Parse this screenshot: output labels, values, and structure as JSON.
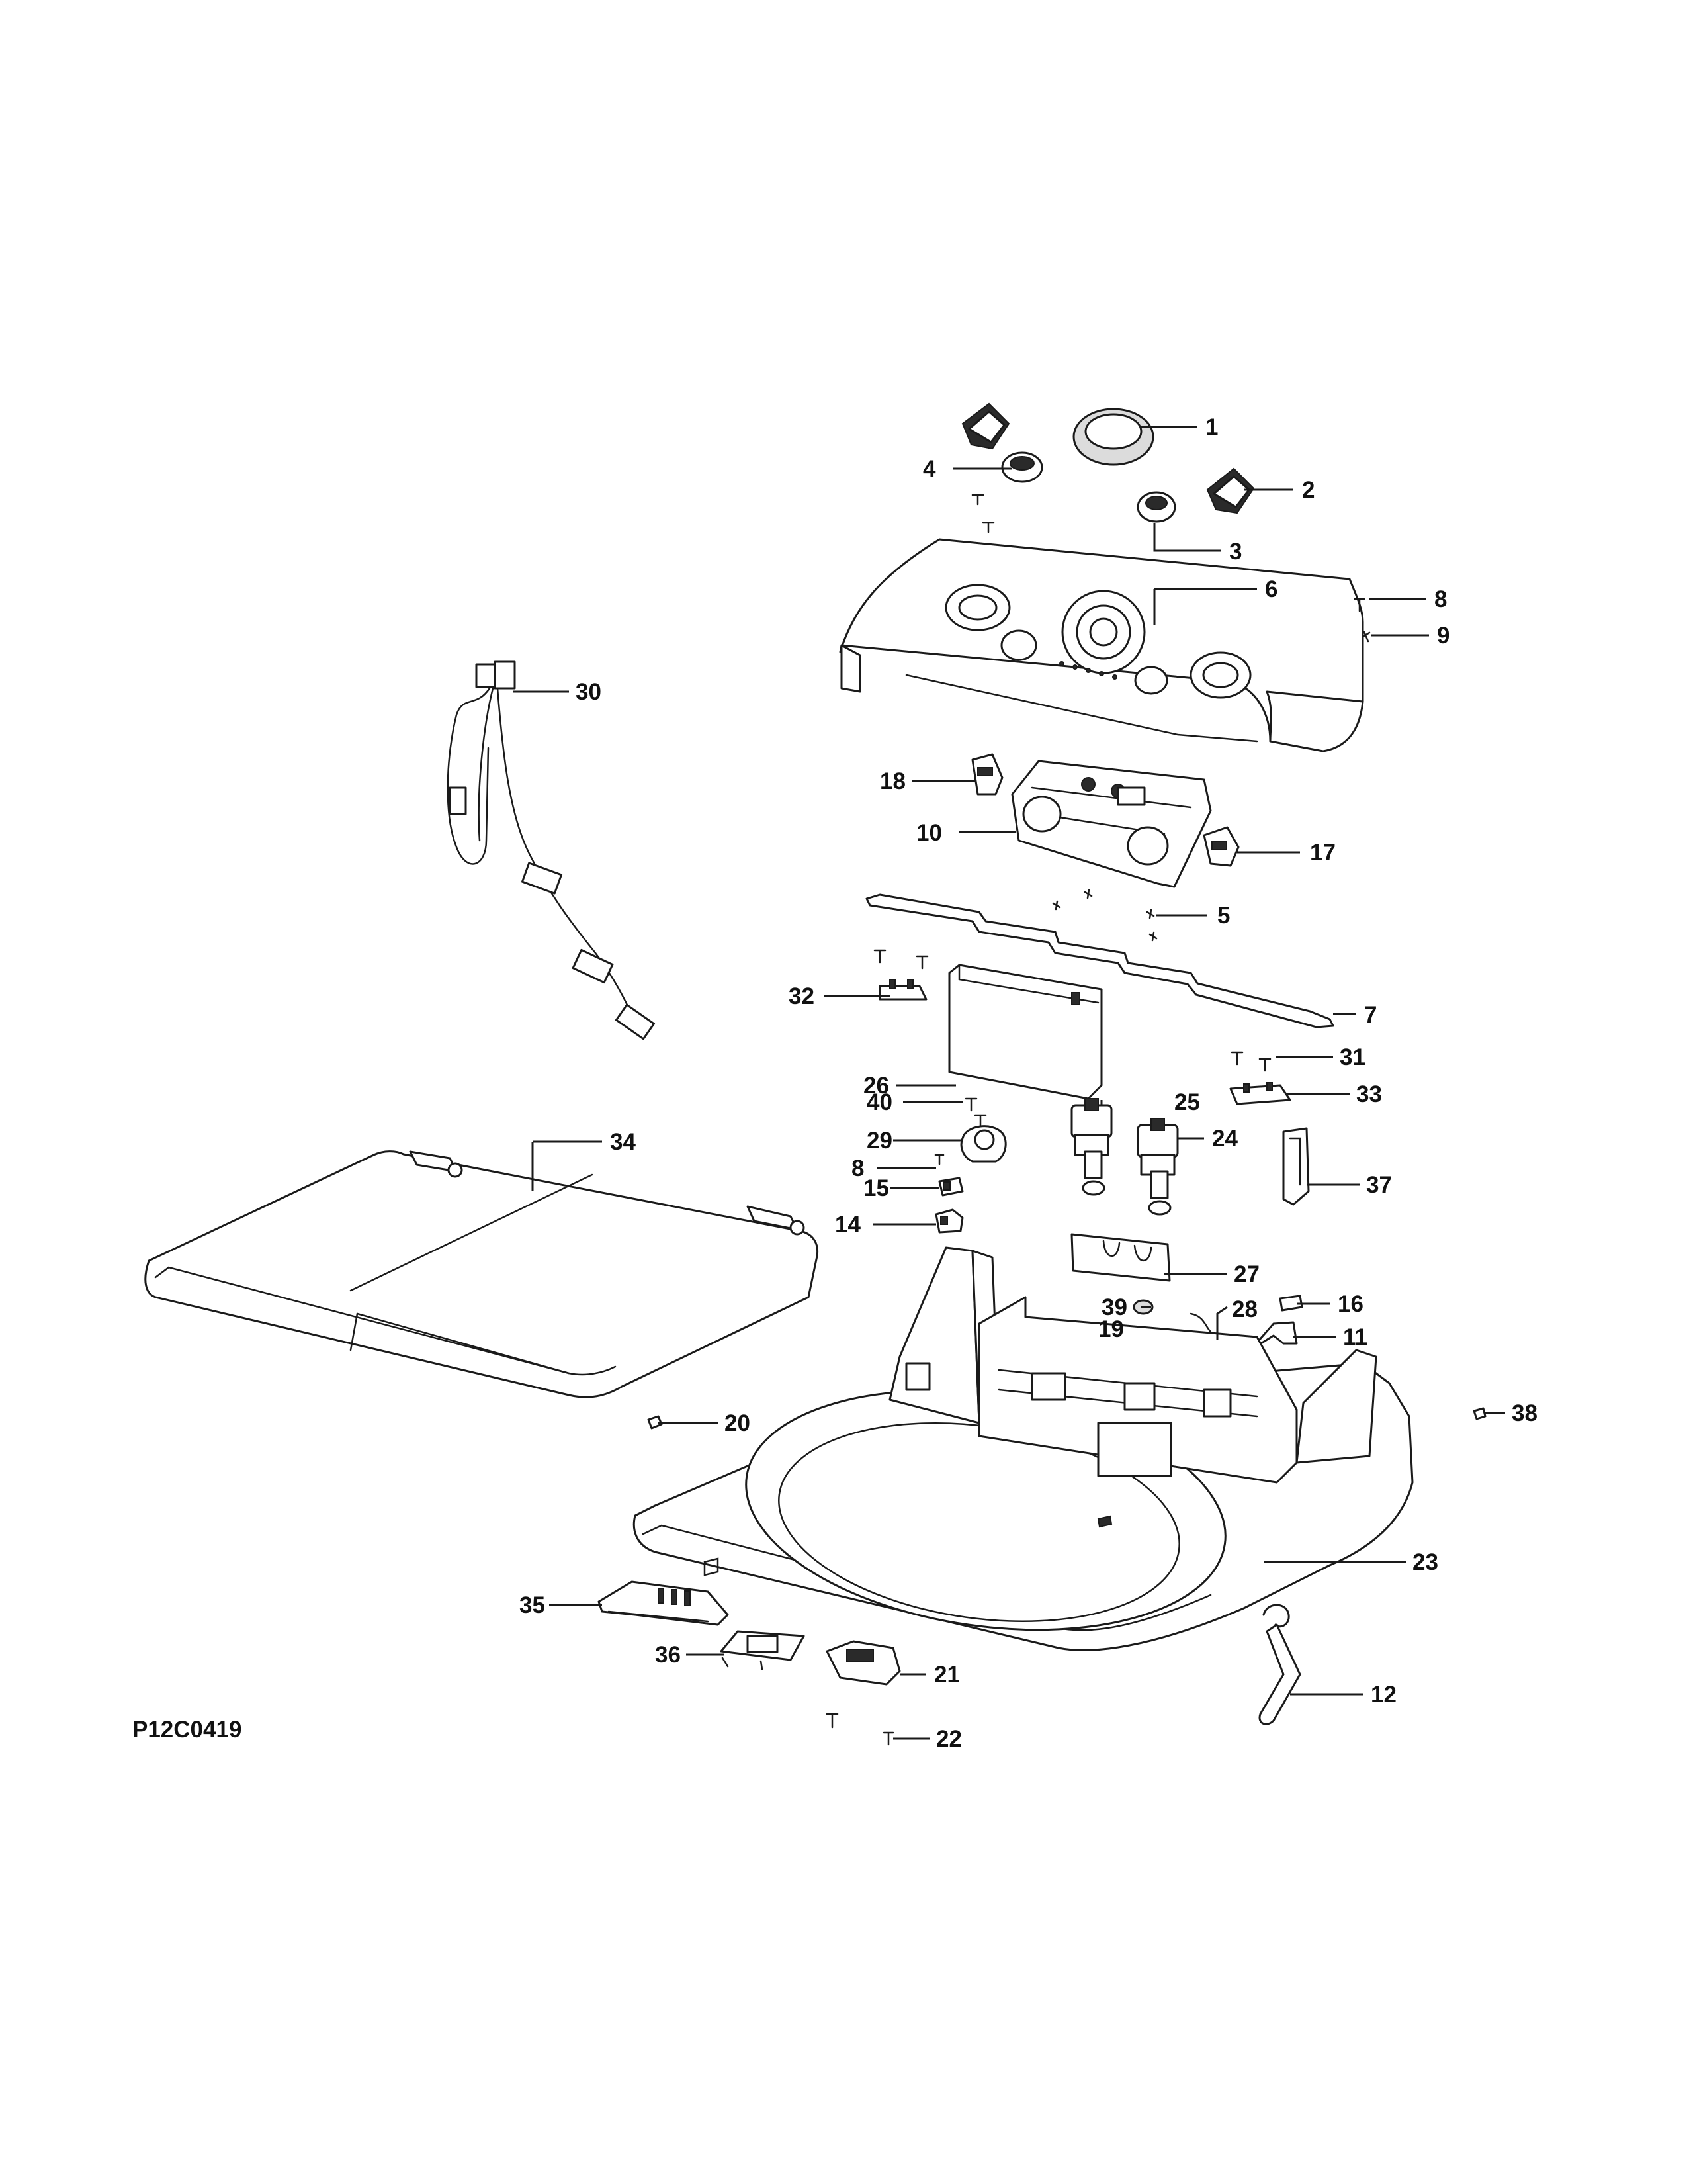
{
  "diagram_id": "P12C0419",
  "callouts": [
    "1",
    "2",
    "3",
    "4",
    "5",
    "6",
    "7",
    "8",
    "9",
    "10",
    "11",
    "12",
    "14",
    "15",
    "16",
    "17",
    "18",
    "19",
    "20",
    "21",
    "22",
    "23",
    "24",
    "25",
    "26",
    "27",
    "28",
    "29",
    "30",
    "31",
    "32",
    "33",
    "34",
    "35",
    "36",
    "37",
    "38",
    "39",
    "40",
    "8"
  ]
}
